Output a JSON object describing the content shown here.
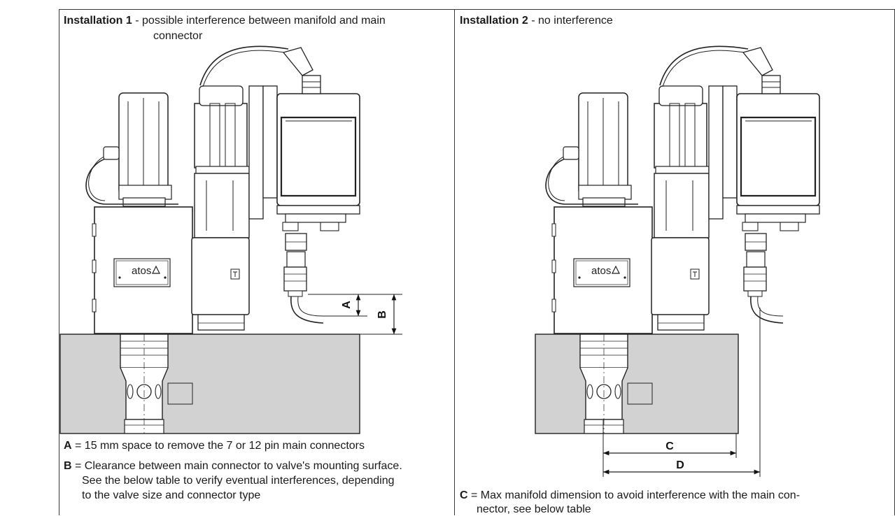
{
  "panel1": {
    "title_bold": "Installation 1",
    "title_rest": " - possible interference between manifold and main",
    "title_line2": "connector",
    "legend": [
      {
        "key": "A",
        "text": " = 15 mm space to remove the 7 or 12 pin main connectors"
      },
      {
        "key": "B",
        "text": " = Clearance between main connector to valve's mounting surface.",
        "cont": [
          "See the below table to verify eventual interferences, depending",
          "to the valve size and connector type"
        ]
      }
    ],
    "dims": {
      "a": "A",
      "b": "B"
    },
    "brand": "atos"
  },
  "panel2": {
    "title_bold": "Installation 2",
    "title_rest": " - no interference",
    "legend": [
      {
        "key": "C",
        "text": " = Max manifold dimension to avoid interference with the main con-",
        "cont": [
          "nector, see below table"
        ]
      }
    ],
    "dims": {
      "c": "C",
      "d": "D"
    },
    "brand": "atos"
  }
}
